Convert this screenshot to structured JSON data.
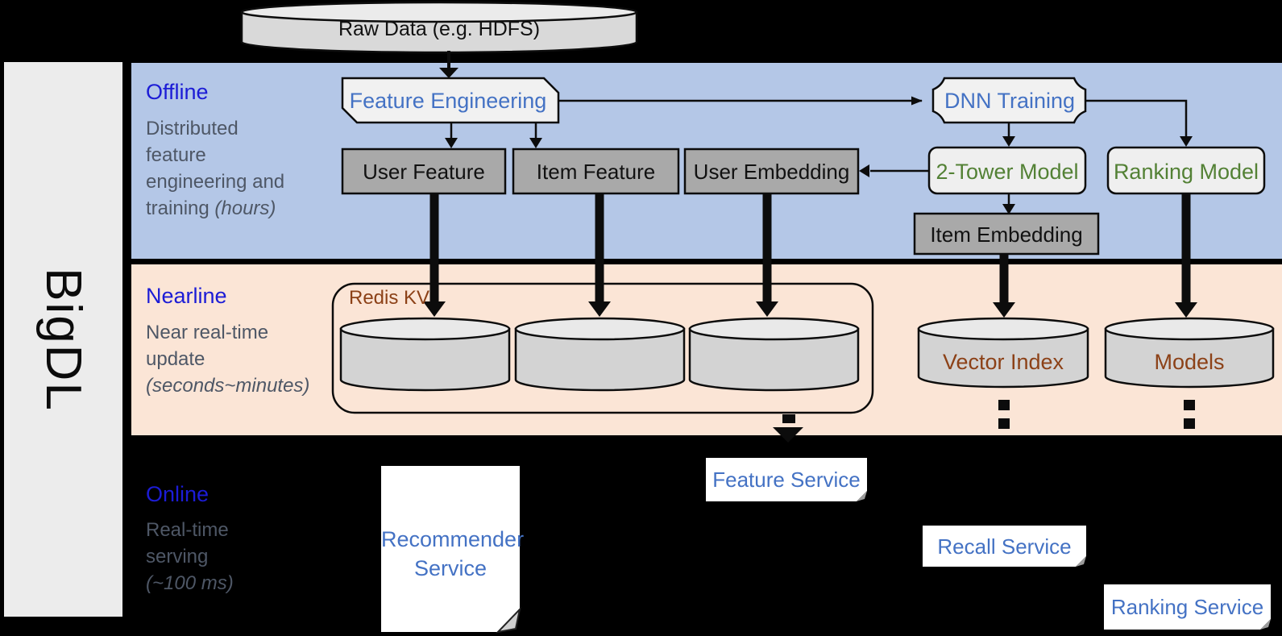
{
  "sidebar": {
    "brand": "BigDL"
  },
  "raw_data": {
    "label": "Raw Data (e.g. HDFS)"
  },
  "offline": {
    "label": "Offline",
    "desc": [
      "Distributed",
      "feature",
      "engineering and"
    ],
    "desc_tail": "training ",
    "desc_tail_italic": "(hours)",
    "feature_engineering": "Feature Engineering",
    "dnn_training": "DNN Training",
    "user_feature": "User Feature",
    "item_feature": "Item Feature",
    "user_embedding": "User Embedding",
    "two_tower_model": "2-Tower Model",
    "ranking_model": "Ranking Model",
    "item_embedding": "Item Embedding"
  },
  "nearline": {
    "label": "Nearline",
    "desc": [
      "Near real-time",
      "update"
    ],
    "desc_italic": "(seconds~minutes)",
    "redis_kv": "Redis KV",
    "vector_index": "Vector Index",
    "models": "Models"
  },
  "online": {
    "label": "Online",
    "desc": [
      "Real-time",
      "serving"
    ],
    "desc_italic": "(~100 ms)",
    "recommender_service": [
      "Recommender",
      "Service"
    ],
    "feature_service": "Feature Service",
    "recall_service": "Recall Service",
    "ranking_service": "Ranking Service"
  },
  "colors": {
    "background": "#000000",
    "offline_band": "#b4c7e7",
    "nearline_band": "#fbe5d6",
    "sidebar_bg": "#ececec",
    "section_label_blue": "#1c1cd6",
    "desc_gray": "#4e5766",
    "node_text_blue": "#4472c4",
    "node_text_green": "#538135",
    "db_text_brown": "#8c4117",
    "gray_box_fill": "#a9a9a9",
    "light_box_fill": "#f1f1f1",
    "cylinder_fill": "#d3d3d3",
    "white_box_fill": "#ffffff"
  }
}
